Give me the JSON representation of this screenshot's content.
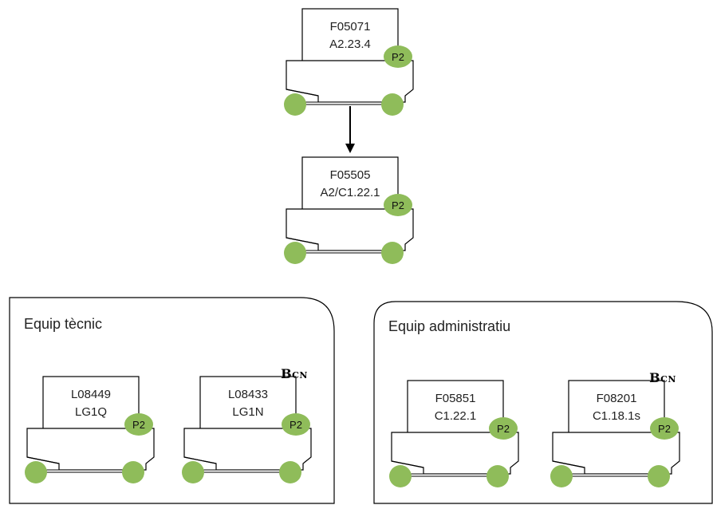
{
  "colors": {
    "badge": "#8fbc5a",
    "wheel": "#8fbc5a",
    "line": "#000000",
    "background": "#ffffff"
  },
  "nodes": [
    {
      "id": "f05071",
      "line1": "F05071",
      "line2": "A2.23.4",
      "badge": "P2"
    },
    {
      "id": "f05505",
      "line1": "F05505",
      "line2": "A2/C1.22.1",
      "badge": "P2"
    },
    {
      "id": "l08449",
      "line1": "L08449",
      "line2": "LG1Q",
      "badge": "P2"
    },
    {
      "id": "l08433",
      "line1": "L08433",
      "line2": "LG1N",
      "badge": "P2",
      "tag": "Bcn"
    },
    {
      "id": "f05851",
      "line1": "F05851",
      "line2": "C1.22.1",
      "badge": "P2"
    },
    {
      "id": "f08201",
      "line1": "F08201",
      "line2": "C1.18.1s",
      "badge": "P2",
      "tag": "Bcn"
    }
  ],
  "groups": [
    {
      "id": "tecnic",
      "label": "Equip tècnic"
    },
    {
      "id": "administratiu",
      "label": "Equip administratiu"
    }
  ],
  "edges": [
    {
      "from": "f05071",
      "to": "f05505"
    }
  ]
}
